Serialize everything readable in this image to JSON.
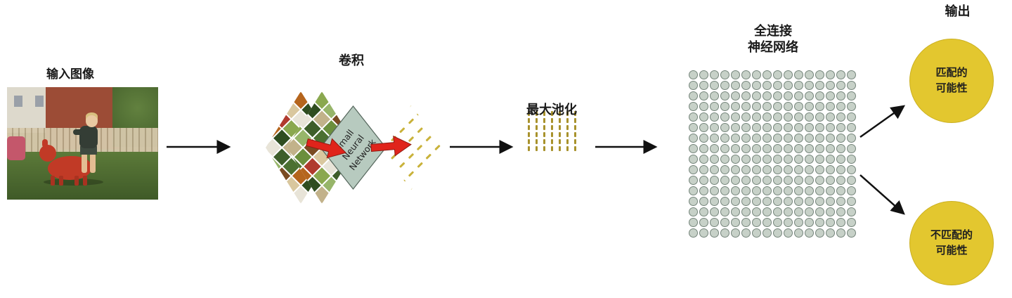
{
  "labels": {
    "input": "输入图像",
    "convolution": "卷积",
    "max_pooling": "最大池化",
    "fully_connected": "全连接\n神经网络",
    "output": "输出"
  },
  "conv": {
    "nn_text": "Small\nNeural\nNetwork"
  },
  "outputs": {
    "match": "匹配的\n可能性",
    "no_match": "不匹配的\n可能性"
  },
  "fc_grid": {
    "rows": 16,
    "cols": 16
  },
  "pooling": {
    "columns": 7,
    "dashes_per_column": 6
  },
  "patch_palette": [
    "#6b8f3c",
    "#3e5e2a",
    "#8aa84f",
    "#b5651d",
    "#7a4b22",
    "#c2b28a",
    "#e8e4d8",
    "#b03a2e",
    "#4c7031",
    "#97b56a",
    "#2f4d20",
    "#d9c79e"
  ],
  "colors": {
    "accent_yellow": "#e3c72f",
    "feature_dash": "#c9b23a",
    "pool_dash": "#a8922c",
    "node_fill": "#c7d1c8",
    "node_border": "#75857b",
    "arrow_black": "#111111",
    "red_arrow": "#e0241b",
    "nn_fill": "#b7cabf",
    "nn_border": "#55665c"
  }
}
